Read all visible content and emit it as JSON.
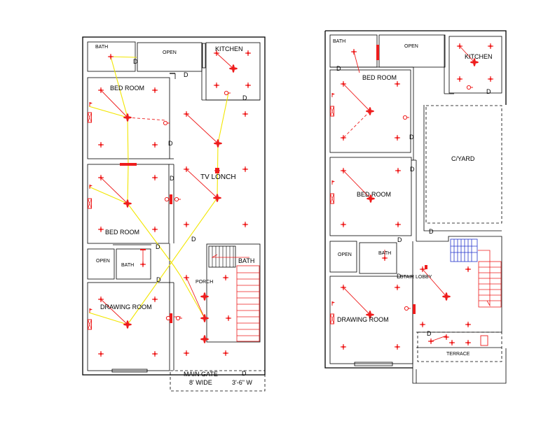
{
  "colors": {
    "wiring": "#ee1c1c",
    "circuit": "#f2e600",
    "walls": "#000000",
    "stairs_left": "#ee1c1c",
    "stairs_right": "#2233cc"
  },
  "left_plan": {
    "rooms": {
      "bath_top": "BATH",
      "open_top": "OPEN",
      "kitchen": "KITCHEN",
      "bed_room_1": "BED ROOM",
      "tv_lounge": "TV LONCH",
      "bed_room_2": "BED ROOM",
      "open_mid": "OPEN",
      "bath_mid": "BATH",
      "bath_stair": "BATH",
      "porch": "PORCH",
      "drawing_room": "DRAWING ROOM"
    },
    "gate_label": "MAIN GATE",
    "gate_width": "8' WIDE",
    "door_width": "3'-6\" W",
    "door_mark": "D"
  },
  "right_plan": {
    "rooms": {
      "bath_top": "BATH",
      "open_top": "OPEN",
      "kitchen": "KITCHEN",
      "bed_room_1": "BED ROOM",
      "courtyard": "C/YARD",
      "bed_room_2": "BED ROOM",
      "open_mid": "OPEN",
      "bath_mid": "BATH",
      "stair_lobby": "STAIR LOBBY",
      "drawing_room": "DRAWING ROOM",
      "terrace": "TERRACE"
    },
    "door_mark": "D"
  }
}
